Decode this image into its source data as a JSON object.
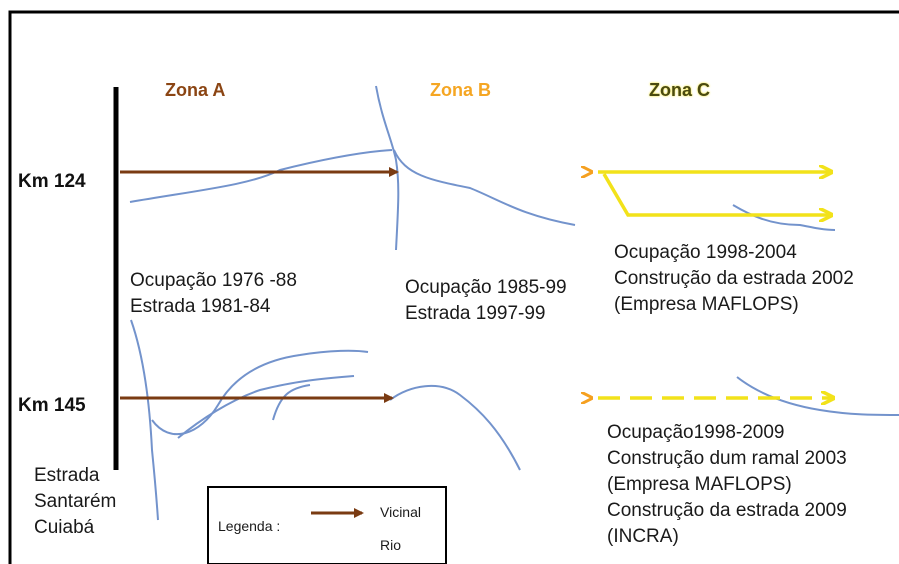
{
  "zones": {
    "a": {
      "label": "Zona A",
      "color": "#8B4513"
    },
    "b": {
      "label": "Zona B",
      "color": "#F5A623"
    },
    "c": {
      "label": "Zona C",
      "color": "#4A4A10"
    }
  },
  "km_labels": {
    "top": "Km 124",
    "bottom": "Km 145"
  },
  "road_label": [
    "Estrada",
    "Santarém",
    "Cuiabá"
  ],
  "notes": {
    "zone_a": [
      "Ocupação 1976 -88",
      "Estrada 1981-84"
    ],
    "zone_b": [
      "Ocupação 1985-99",
      "Estrada 1997-99"
    ],
    "zone_c_top": [
      "Ocupação 1998-2004",
      "Construção da estrada 2002",
      "(Empresa MAFLOPS)"
    ],
    "zone_c_bottom": [
      "Ocupação1998-2009",
      "Construção dum ramal 2003",
      "(Empresa MAFLOPS)",
      "Construção da estrada 2009",
      "(INCRA)"
    ]
  },
  "legend": {
    "title": "Legenda :",
    "vicinal_label": "Vicinal",
    "rio_label": "Rio"
  },
  "colors": {
    "vicinal": "#7A3B12",
    "zone_b_road": "#F5A020",
    "zone_c_road": "#F2E21A",
    "rio": "#7393CC",
    "road_main": "#000000"
  }
}
